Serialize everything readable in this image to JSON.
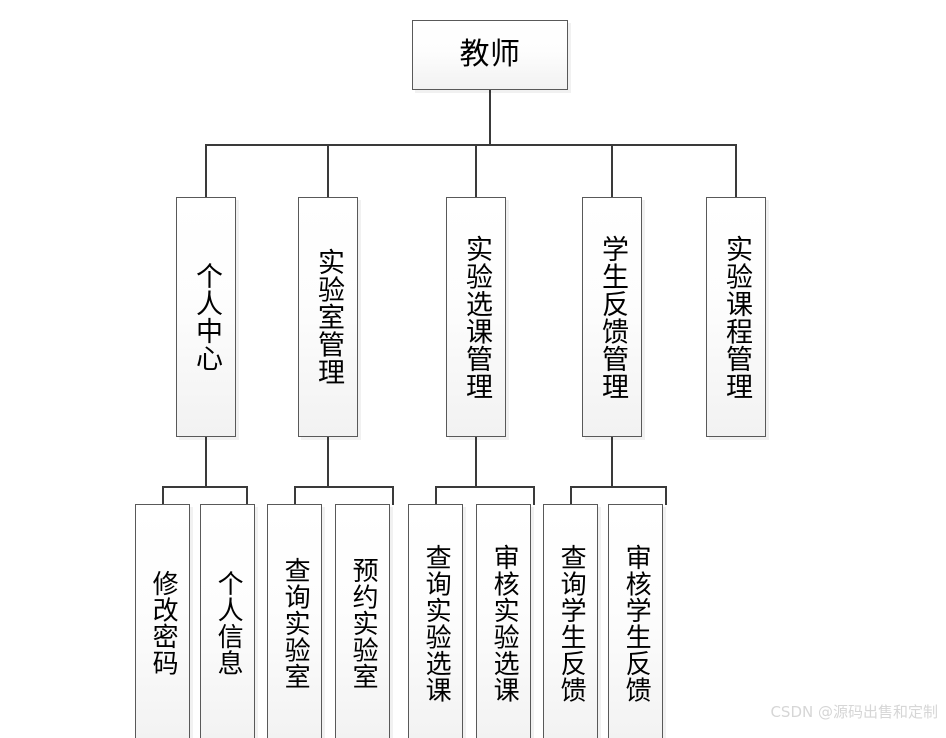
{
  "diagram": {
    "type": "organizational-tree",
    "title_node": {
      "label": "教师"
    },
    "level2": [
      {
        "label": "个人中心"
      },
      {
        "label": "实验室管理"
      },
      {
        "label": "实验选课管理"
      },
      {
        "label": "学生反馈管理"
      },
      {
        "label": "实验课程管理"
      }
    ],
    "level3": [
      {
        "label": "修改密码"
      },
      {
        "label": "个人信息"
      },
      {
        "label": "查询实验室"
      },
      {
        "label": "预约实验室"
      },
      {
        "label": "查询实验选课"
      },
      {
        "label": "审核实验选课"
      },
      {
        "label": "查询学生反馈"
      },
      {
        "label": "审核学生反馈"
      }
    ]
  },
  "watermark": {
    "text": "CSDN @源码出售和定制"
  },
  "colors": {
    "box_border": "#595959",
    "connector": "#3a3a3a",
    "box_fill": "#fbfbfb",
    "watermark": "#d6d6d6",
    "background": "#ffffff"
  }
}
